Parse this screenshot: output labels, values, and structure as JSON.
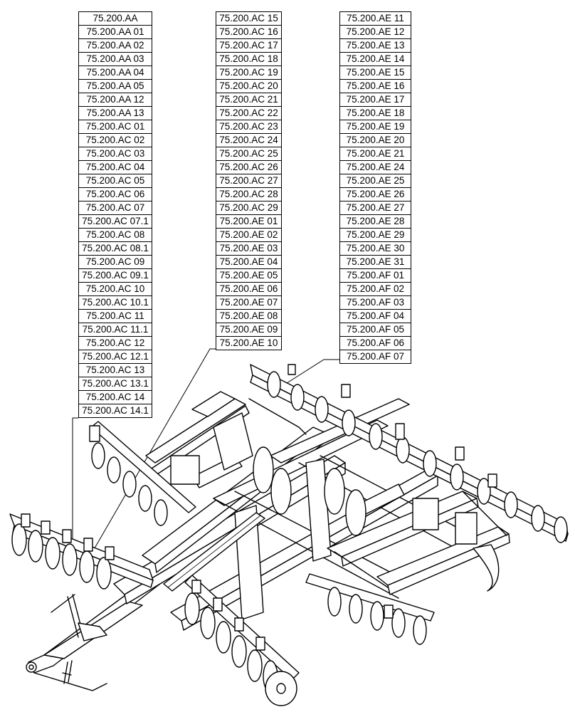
{
  "columns": [
    {
      "id": "col1",
      "items": [
        "75.200.AA",
        "75.200.AA 01",
        "75.200.AA 02",
        "75.200.AA 03",
        "75.200.AA 04",
        "75.200.AA 05",
        "75.200.AA 12",
        "75.200.AA 13",
        "75.200.AC 01",
        "75.200.AC 02",
        "75.200.AC 03",
        "75.200.AC 04",
        "75.200.AC 05",
        "75.200.AC 06",
        "75.200.AC 07",
        "75.200.AC 07.1",
        "75.200.AC 08",
        "75.200.AC 08.1",
        "75.200.AC 09",
        "75.200.AC 09.1",
        "75.200.AC 10",
        "75.200.AC 10.1",
        "75.200.AC 11",
        "75.200.AC 11.1",
        "75.200.AC 12",
        "75.200.AC 12.1",
        "75.200.AC 13",
        "75.200.AC 13.1",
        "75.200.AC 14",
        "75.200.AC 14.1"
      ]
    },
    {
      "id": "col2",
      "items": [
        "75.200.AC 15",
        "75.200.AC 16",
        "75.200.AC 17",
        "75.200.AC 18",
        "75.200.AC 19",
        "75.200.AC 20",
        "75.200.AC 21",
        "75.200.AC 22",
        "75.200.AC 23",
        "75.200.AC 24",
        "75.200.AC 25",
        "75.200.AC 26",
        "75.200.AC 27",
        "75.200.AC 28",
        "75.200.AC 29",
        "75.200.AE 01",
        "75.200.AE 02",
        "75.200.AE 03",
        "75.200.AE 04",
        "75.200.AE 05",
        "75.200.AE 06",
        "75.200.AE 07",
        "75.200.AE 08",
        "75.200.AE 09",
        "75.200.AE 10"
      ]
    },
    {
      "id": "col3",
      "items": [
        "75.200.AE 11",
        "75.200.AE 12",
        "75.200.AE 13",
        "75.200.AE 14",
        "75.200.AE 15",
        "75.200.AE 16",
        "75.200.AE 17",
        "75.200.AE 18",
        "75.200.AE 19",
        "75.200.AE 20",
        "75.200.AE 21",
        "75.200.AE 24",
        "75.200.AE 25",
        "75.200.AE 26",
        "75.200.AE 27",
        "75.200.AE 28",
        "75.200.AE 29",
        "75.200.AE 30",
        "75.200.AE 31",
        "75.200.AF 01",
        "75.200.AF 02",
        "75.200.AF 03",
        "75.200.AF 04",
        "75.200.AF 05",
        "75.200.AF 06",
        "75.200.AF 07"
      ]
    }
  ]
}
